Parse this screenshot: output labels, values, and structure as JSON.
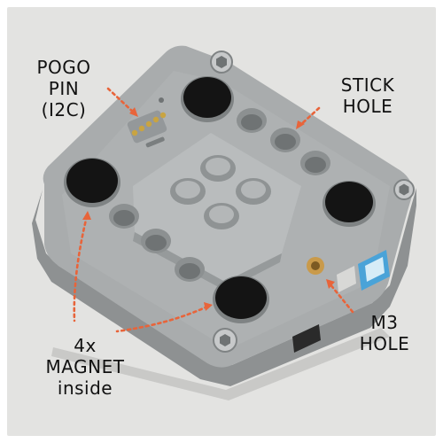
{
  "palette": {
    "backdrop": "#e3e3e1",
    "body": "#a9acad",
    "body_top": "#b6b9ba",
    "body_edge": "#8e9192",
    "magnet": "#141414",
    "hole": "#8c9091",
    "arrow": "#e8643a",
    "pogo": "#c9a441",
    "brass": "#c99a4a",
    "connector": "#4aa3d8",
    "text": "#111111"
  },
  "callouts": {
    "pogo_pin": {
      "line1": "POGO",
      "line2": "PIN",
      "line3": "(I2C)"
    },
    "stick_hole": {
      "line1": "STICK",
      "line2": "HOLE"
    },
    "m3_hole": {
      "line1": "M3",
      "line2": "HOLE"
    },
    "magnet": {
      "line1": "4x",
      "line2": "MAGNET",
      "line3": "inside"
    }
  },
  "icons": {
    "arrow": "dotted-arrow-icon",
    "screw": "hex-screw-icon"
  }
}
